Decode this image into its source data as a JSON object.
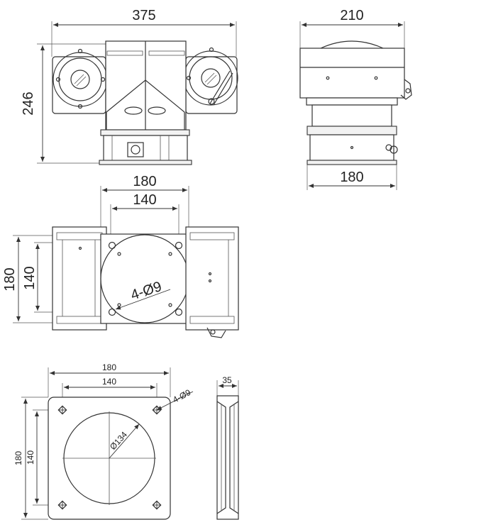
{
  "front_view": {
    "width_label": "375",
    "height_label": "246"
  },
  "side_view": {
    "width_label": "210",
    "base_label": "180"
  },
  "top_view": {
    "outer_label": "180",
    "inner_label": "140",
    "left_outer_label": "180",
    "left_inner_label": "140",
    "hole_label": "4-Ø9"
  },
  "flange_plan": {
    "outer_label": "180",
    "inner_label": "140",
    "left_outer_label": "180",
    "left_inner_label": "140",
    "hole_label": "4-Ø9",
    "diameter_label": "Ø134"
  },
  "flange_side": {
    "thickness_label": "35"
  }
}
